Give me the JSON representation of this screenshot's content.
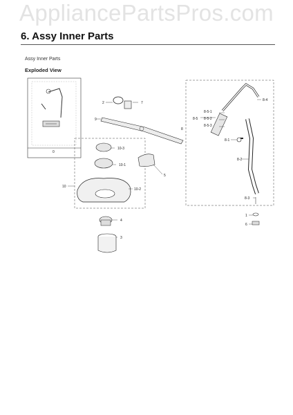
{
  "watermark": "AppliancePartsPros.com",
  "header": {
    "section_title": "6.  Assy Inner Parts",
    "subtitle": "Assy Inner Parts",
    "view_title": "Exploded View"
  },
  "callouts": {
    "c0": "0",
    "c2": "2",
    "c7": "7",
    "c9": "9",
    "c8": "8",
    "c8_4": "8-4",
    "c8_5": "8-5",
    "c8_5_1": "8-5-1",
    "c8_5_2": "8-5-2",
    "c8_5_3": "8-5-3",
    "c8_1": "8-1",
    "c8_2": "8-2",
    "c8_3": "8-3",
    "c10_3": "10-3",
    "c10_1": "10-1",
    "c10": "10",
    "c10_2": "10-2",
    "c5": "5",
    "c4": "4",
    "c3": "3",
    "c1": "1",
    "c6": "6"
  }
}
